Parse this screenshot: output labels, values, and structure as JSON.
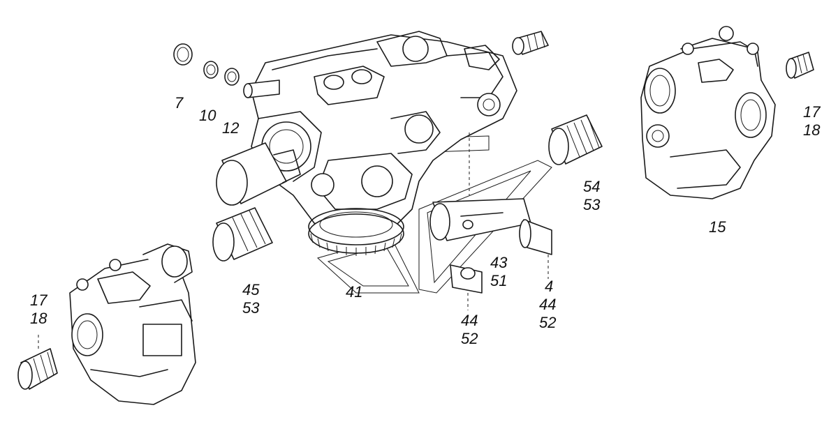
{
  "labels": {
    "l7": "7",
    "l10": "10",
    "l12": "12",
    "l17a": "17",
    "l18a": "18",
    "l15": "15",
    "l54": "54",
    "l53a": "53",
    "l45": "45",
    "l53b": "53",
    "l41": "41",
    "l43": "43",
    "l51": "51",
    "l4": "4",
    "l44a": "44",
    "l52a": "52",
    "l44b": "44",
    "l52b": "52",
    "l17b": "17",
    "l18b": "18"
  },
  "colors": {
    "line": "#1a1a1a",
    "background": "#ffffff"
  }
}
